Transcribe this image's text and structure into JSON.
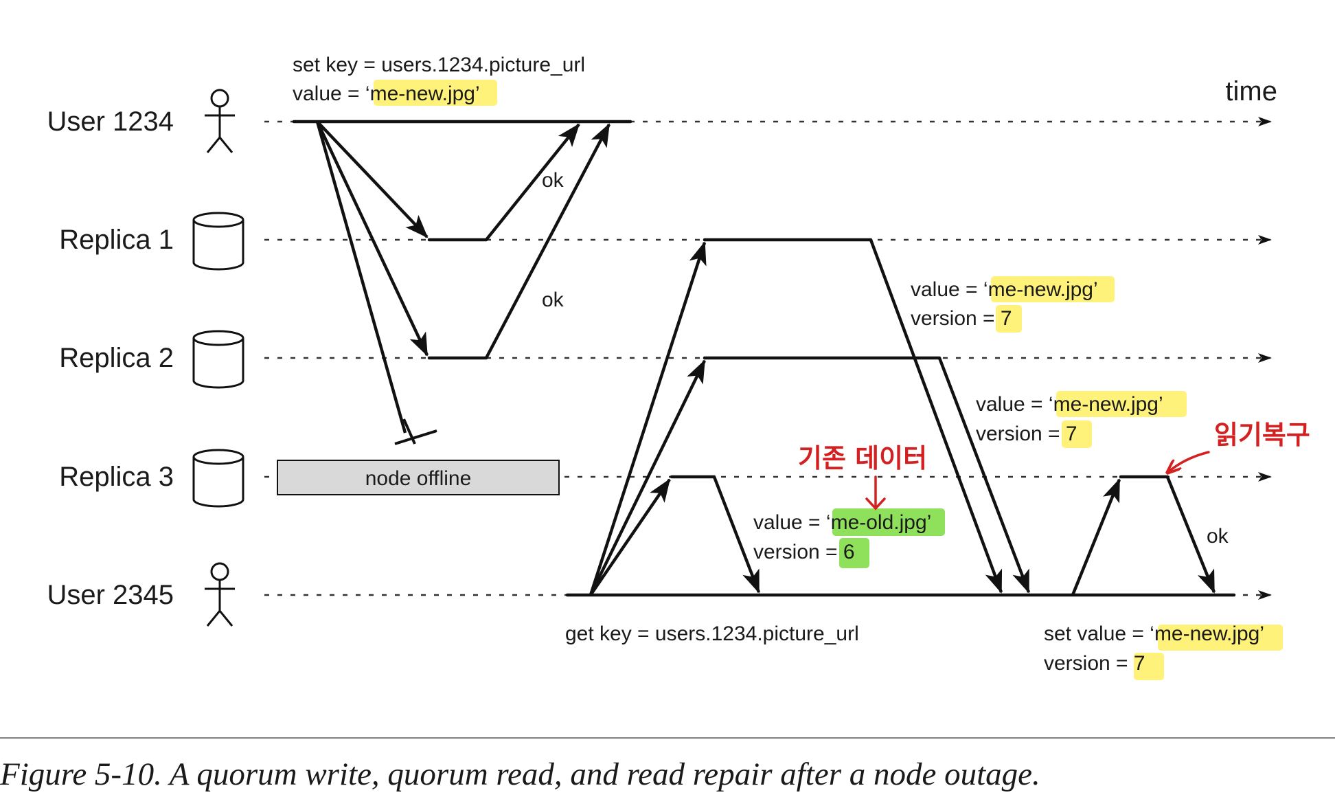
{
  "colors": {
    "highlight_yellow": "#fff27a",
    "highlight_green": "#8fe05a",
    "annotation_red": "#d42020",
    "offline_fill": "#d9d9d9",
    "line": "#111111"
  },
  "time_label": "time",
  "lanes": [
    {
      "label": "User 1234",
      "icon": "stick-figure-icon"
    },
    {
      "label": "Replica 1",
      "icon": "database-cylinder-icon"
    },
    {
      "label": "Replica 2",
      "icon": "database-cylinder-icon"
    },
    {
      "label": "Replica 3",
      "icon": "database-cylinder-icon"
    },
    {
      "label": "User 2345",
      "icon": "stick-figure-icon"
    }
  ],
  "write_request": {
    "line1": "set key = users.1234.picture_url",
    "line2_prefix": "value = ‘",
    "line2_value": "me-new.jpg",
    "line2_suffix": "’"
  },
  "ack_labels": [
    "ok",
    "ok"
  ],
  "offline_label": "node offline",
  "read_request": "get key = users.1234.picture_url",
  "responses": [
    {
      "value_prefix": "value = ‘",
      "value": "me-new.jpg",
      "value_suffix": "’",
      "version_prefix": "version = ",
      "version": "7"
    },
    {
      "value_prefix": "value = ‘",
      "value": "me-new.jpg",
      "value_suffix": "’",
      "version_prefix": "version = ",
      "version": "7"
    },
    {
      "value_prefix": "value = ‘",
      "value": "me-old.jpg",
      "value_suffix": "’",
      "version_prefix": "version = ",
      "version": "6"
    }
  ],
  "repair": {
    "value_prefix": "set value = ‘",
    "value": "me-new.jpg",
    "value_suffix": "’",
    "version_prefix": "version = ",
    "version": "7",
    "ack": "ok"
  },
  "handwritten_notes": {
    "stale_data": "기존 데이터",
    "read_repair": "읽기복구"
  },
  "caption": "Figure 5-10. A quorum write, quorum read, and read repair after a node outage."
}
